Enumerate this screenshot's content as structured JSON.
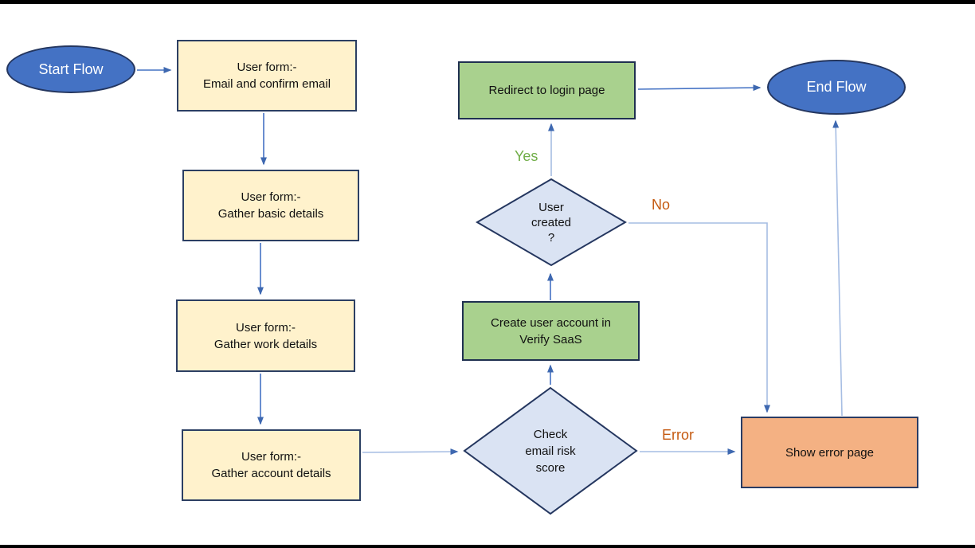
{
  "colors": {
    "node_blue": "#4472C4",
    "node_blue_border": "#24365F",
    "node_yellow": "#FFF2CC",
    "node_yellow_border": "#2C3F63",
    "node_green": "#A9D18E",
    "node_green_border": "#1F3050",
    "node_orange": "#F4B183",
    "node_orange_border": "#2A3C64",
    "node_diamond": "#DAE3F3",
    "node_diamond_border": "#24365F",
    "edge": "#4472C4",
    "edge_light": "#A6BDE3",
    "arrowhead": "#3E68B0",
    "label_yes": "#70AD47",
    "label_no": "#C55A11",
    "label_error": "#C55A11",
    "text_dark": "#111111",
    "text_light": "#FFFFFF"
  },
  "nodes": {
    "start": {
      "lines": [
        "Start Flow"
      ]
    },
    "form_email": {
      "lines": [
        "User form:-",
        "Email and confirm email"
      ]
    },
    "form_basic": {
      "lines": [
        "User form:-",
        "Gather basic details"
      ]
    },
    "form_work": {
      "lines": [
        "User form:-",
        "Gather work details"
      ]
    },
    "form_account": {
      "lines": [
        "User form:-",
        "Gather account  details"
      ]
    },
    "check_risk": {
      "lines": [
        "Check",
        "email risk",
        "score"
      ]
    },
    "create_account": {
      "lines": [
        "Create user account in",
        "Verify SaaS"
      ]
    },
    "user_created": {
      "lines": [
        "User",
        "created",
        "?"
      ]
    },
    "redirect_login": {
      "lines": [
        "Redirect to login page"
      ]
    },
    "end": {
      "lines": [
        "End Flow"
      ]
    },
    "show_error": {
      "lines": [
        "Show error page"
      ]
    }
  },
  "edge_labels": {
    "yes": "Yes",
    "no": "No",
    "error": "Error"
  }
}
